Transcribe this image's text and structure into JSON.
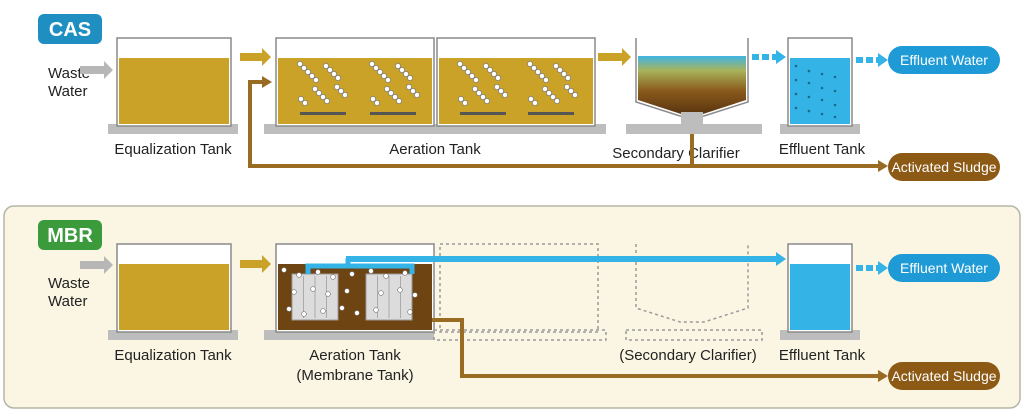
{
  "cas": {
    "tag": "CAS",
    "inlet": [
      "Waste",
      "Water"
    ],
    "tanks": {
      "equalization": "Equalization Tank",
      "aeration": "Aeration Tank",
      "clarifier": "Secondary Clarifier",
      "effluent": "Effluent Tank"
    },
    "outputs": {
      "water": "Effluent Water",
      "sludge": "Activated Sludge"
    }
  },
  "mbr": {
    "tag": "MBR",
    "inlet": [
      "Waste",
      "Water"
    ],
    "tanks": {
      "equalization": "Equalization Tank",
      "aeration": [
        "Aeration Tank",
        "(Membrane Tank)"
      ],
      "clarifier": "(Secondary Clarifier)",
      "effluent": "Effluent Tank"
    },
    "outputs": {
      "water": "Effluent Water",
      "sludge": "Activated Sludge"
    }
  },
  "colors": {
    "cas_tag": "#1e8fc0",
    "mbr_tag": "#3b9a3b",
    "sludge_liquid": "#c9a227",
    "dark_sludge": "#6e4412",
    "water": "#34b3e6",
    "pipe_brown": "#9a6b22",
    "pill_brown": "#8c5a15",
    "panel_bg": "#fbf6e4"
  }
}
